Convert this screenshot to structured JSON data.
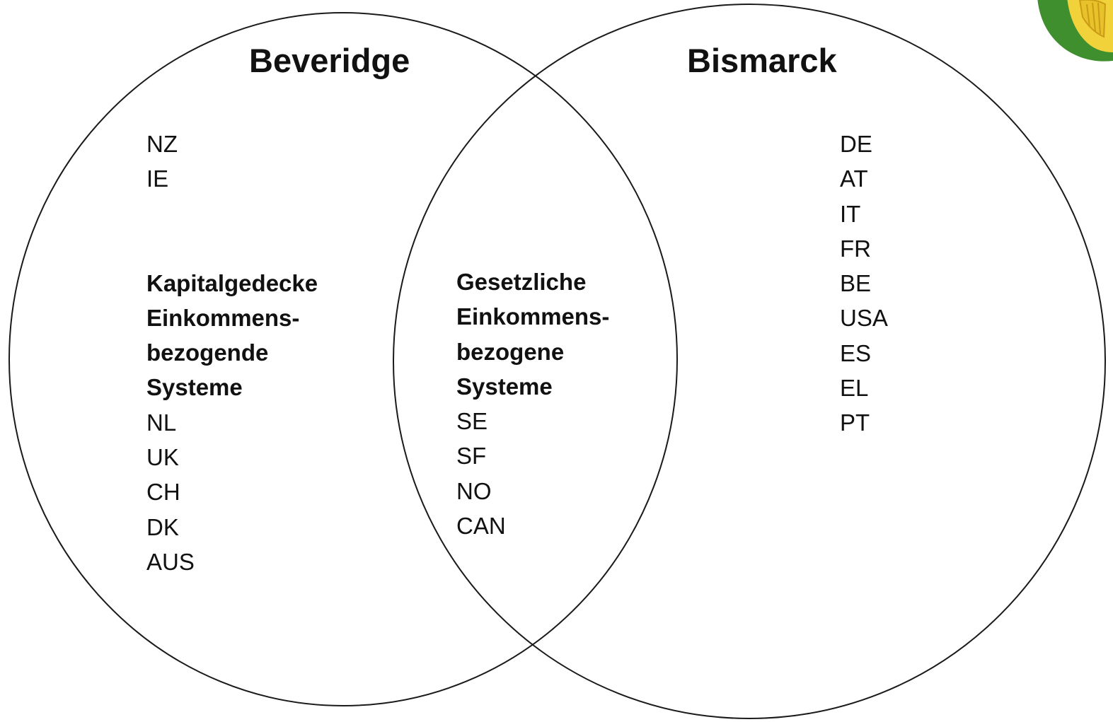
{
  "diagram": {
    "sets": [
      {
        "title": "Beveridge",
        "top_items": [
          "NZ",
          "IE"
        ],
        "heading_lines": [
          "Kapitalgedecke",
          "Einkommens-",
          "bezogende",
          "Systeme"
        ],
        "bottom_items": [
          "NL",
          "UK",
          "CH",
          "DK",
          "AUS"
        ]
      },
      {
        "title": "Bismarck",
        "items": [
          "DE",
          "AT",
          "IT",
          "FR",
          "BE",
          "USA",
          "ES",
          "EL",
          "PT"
        ]
      }
    ],
    "intersection": {
      "heading_lines": [
        "Gesetzliche",
        "Einkommens-",
        "bezogene",
        "Systeme"
      ],
      "items": [
        "SE",
        "SF",
        "NO",
        "CAN"
      ]
    }
  },
  "colors": {
    "outline": "#1a1a1a",
    "text": "#111111",
    "crest_green": "#3f8f2f",
    "crest_shield": "#f2d23a"
  },
  "icons": {
    "corner_logo": "harp-crest-icon"
  }
}
